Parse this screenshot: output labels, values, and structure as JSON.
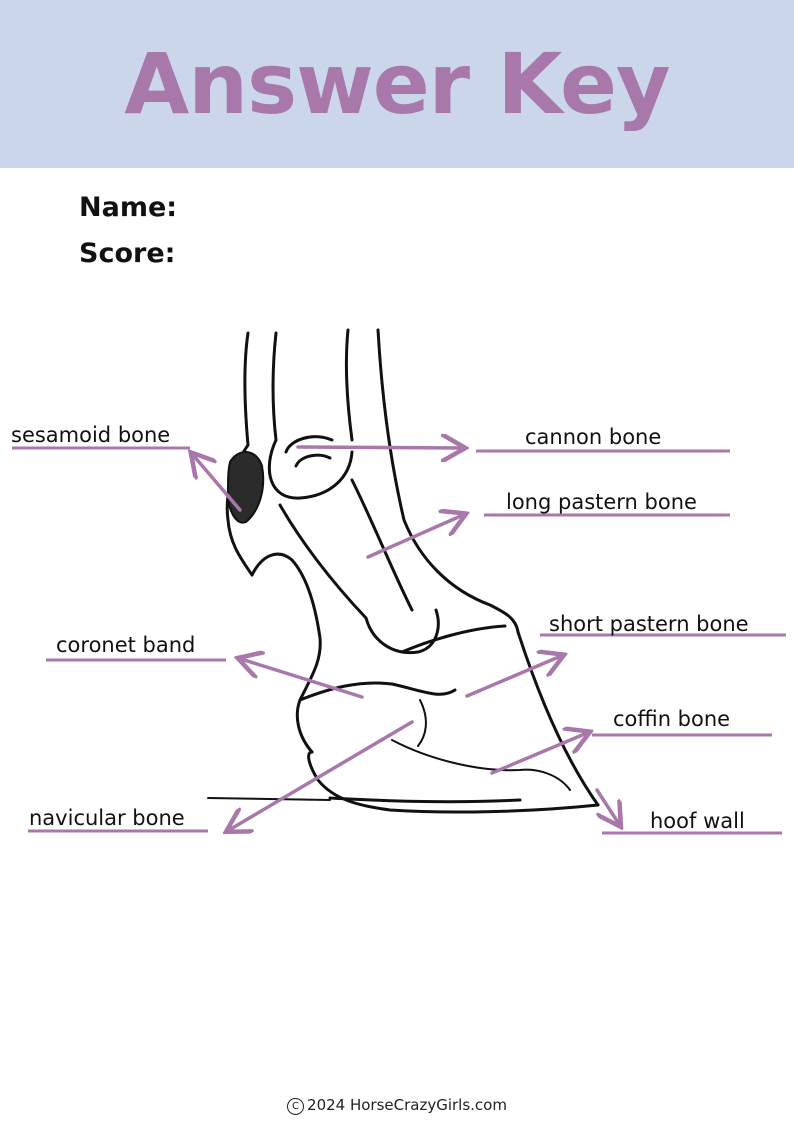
{
  "header": {
    "title": "Answer Key"
  },
  "fields": {
    "name_label": "Name:",
    "score_label": "Score:"
  },
  "labels": {
    "sesamoid_bone": "sesamoid bone",
    "cannon_bone": "cannon bone",
    "long_pastern_bone": "long pastern bone",
    "short_pastern_bone": "short pastern bone",
    "coronet_band": "coronet band",
    "coffin_bone": "coffin bone",
    "navicular_bone": "navicular bone",
    "hoof_wall": "hoof wall"
  },
  "colors": {
    "header_bg": "#cbd6ea",
    "accent": "#a878ab",
    "ink": "#111111"
  },
  "footer": {
    "icon": "copyright-icon",
    "text": "2024 HorseCrazyGirls.com"
  }
}
